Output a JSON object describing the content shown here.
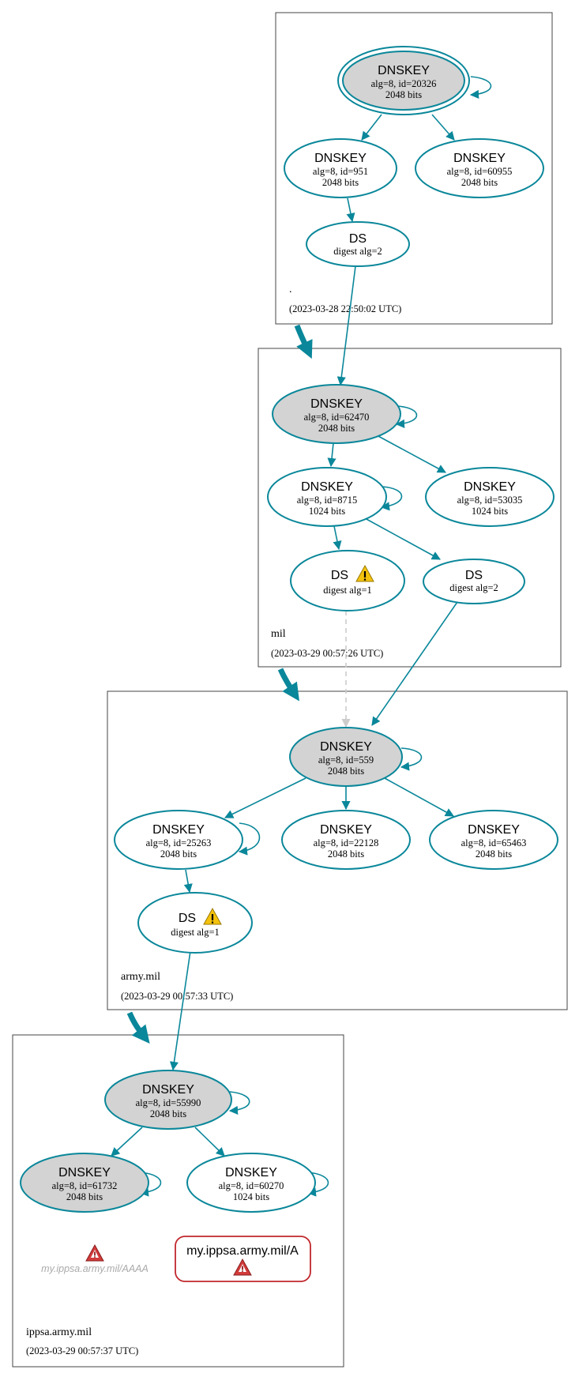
{
  "colors": {
    "edge": "#0a879a",
    "node_fill_ksk": "#d3d3d3",
    "node_fill": "#ffffff",
    "warning_yellow": "#f4c20d",
    "error_red": "#b02a2a",
    "dashed_edge": "#cccccc"
  },
  "zones": [
    {
      "name": ".",
      "timestamp": "(2023-03-28 22:50:02 UTC)",
      "nodes": [
        {
          "title": "DNSKEY",
          "sub1": "alg=8, id=20326",
          "sub2": "2048 bits"
        },
        {
          "title": "DNSKEY",
          "sub1": "alg=8, id=951",
          "sub2": "2048 bits"
        },
        {
          "title": "DNSKEY",
          "sub1": "alg=8, id=60955",
          "sub2": "2048 bits"
        },
        {
          "title": "DS",
          "sub1": "digest alg=2"
        }
      ]
    },
    {
      "name": "mil",
      "timestamp": "(2023-03-29 00:57:26 UTC)",
      "nodes": [
        {
          "title": "DNSKEY",
          "sub1": "alg=8, id=62470",
          "sub2": "2048 bits"
        },
        {
          "title": "DNSKEY",
          "sub1": "alg=8, id=8715",
          "sub2": "1024 bits"
        },
        {
          "title": "DNSKEY",
          "sub1": "alg=8, id=53035",
          "sub2": "1024 bits"
        },
        {
          "title": "DS",
          "sub1": "digest alg=1"
        },
        {
          "title": "DS",
          "sub1": "digest alg=2"
        }
      ]
    },
    {
      "name": "army.mil",
      "timestamp": "(2023-03-29 00:57:33 UTC)",
      "nodes": [
        {
          "title": "DNSKEY",
          "sub1": "alg=8, id=559",
          "sub2": "2048 bits"
        },
        {
          "title": "DNSKEY",
          "sub1": "alg=8, id=25263",
          "sub2": "2048 bits"
        },
        {
          "title": "DNSKEY",
          "sub1": "alg=8, id=22128",
          "sub2": "2048 bits"
        },
        {
          "title": "DNSKEY",
          "sub1": "alg=8, id=65463",
          "sub2": "2048 bits"
        },
        {
          "title": "DS",
          "sub1": "digest alg=1"
        }
      ]
    },
    {
      "name": "ippsa.army.mil",
      "timestamp": "(2023-03-29 00:57:37 UTC)",
      "nodes": [
        {
          "title": "DNSKEY",
          "sub1": "alg=8, id=55990",
          "sub2": "2048 bits"
        },
        {
          "title": "DNSKEY",
          "sub1": "alg=8, id=61732",
          "sub2": "2048 bits"
        },
        {
          "title": "DNSKEY",
          "sub1": "alg=8, id=60270",
          "sub2": "1024 bits"
        }
      ],
      "rrsets": [
        {
          "label": "my.ippsa.army.mil/AAAA"
        },
        {
          "label": "my.ippsa.army.mil/A"
        }
      ]
    }
  ],
  "icons": [
    "warning-icon",
    "error-icon"
  ]
}
